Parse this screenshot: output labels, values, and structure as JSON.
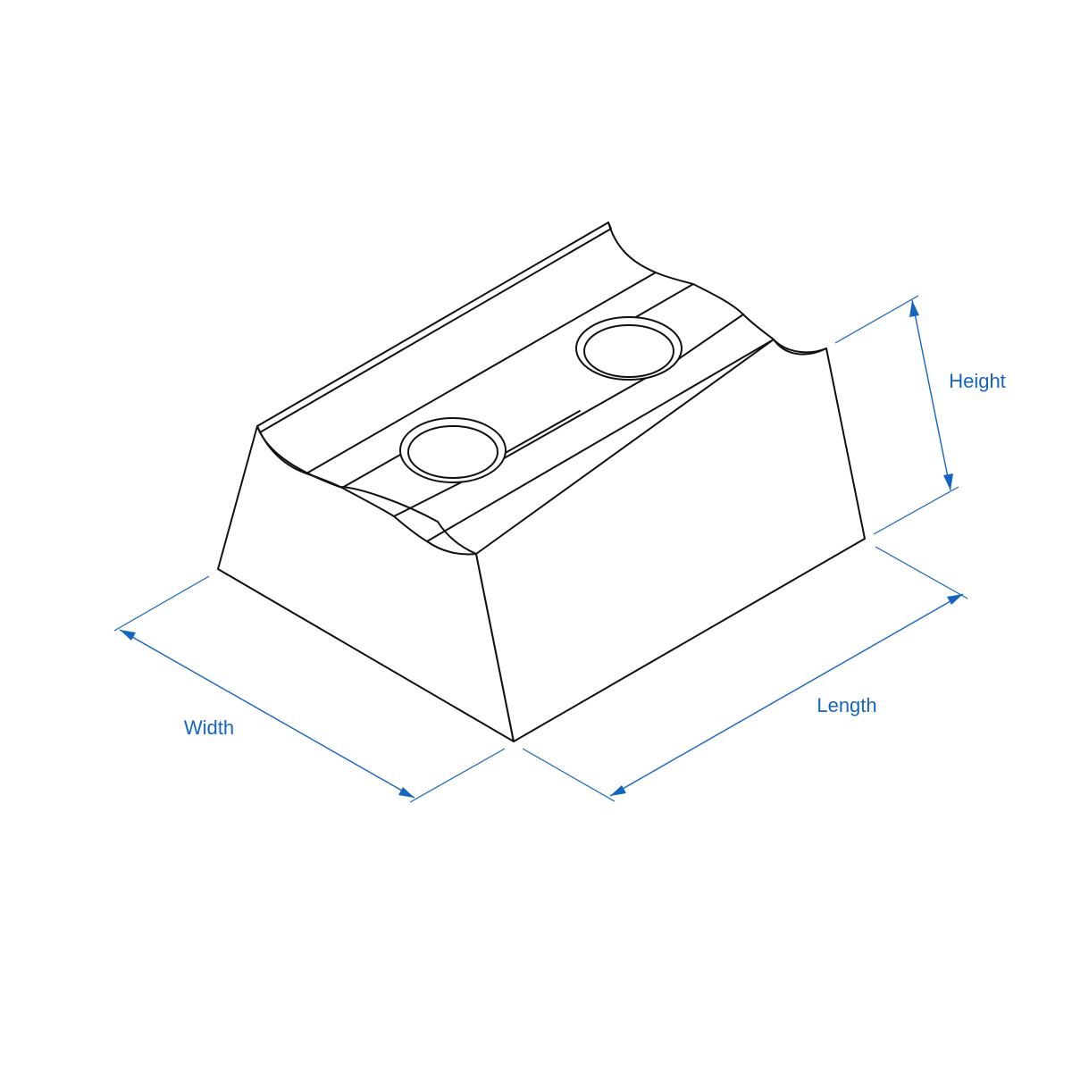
{
  "colors": {
    "dimension": "#1565c0",
    "outline": "#111111",
    "background": "#ffffff"
  },
  "part": {
    "features": [
      "v-groove-top",
      "counterbored-hole",
      "counterbored-hole",
      "tapered-side-faces"
    ]
  },
  "dimensions": {
    "width_label": "Width",
    "length_label": "Length",
    "height_label": "Height"
  }
}
